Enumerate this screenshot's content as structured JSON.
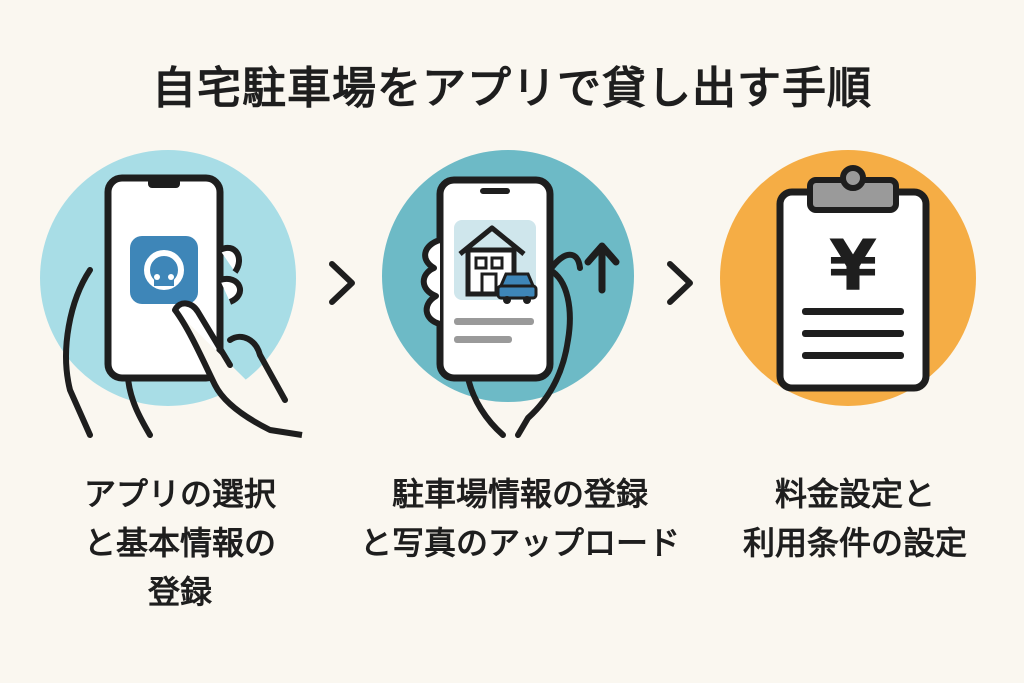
{
  "title": "自宅駐車場をアプリで貸し出す手順",
  "steps": [
    {
      "icon": "hand-phone-app-icon",
      "lines": [
        "アプリの選択",
        "と基本情報の",
        "登録"
      ]
    },
    {
      "icon": "phone-house-upload-icon",
      "lines": [
        "駐車場情報の登録",
        "と写真のアップロード"
      ]
    },
    {
      "icon": "clipboard-yen-icon",
      "lines": [
        "料金設定と",
        "利用条件の設定"
      ]
    }
  ],
  "clipboard_symbol": "¥",
  "colors": {
    "background": "#faf7f0",
    "circle_light_blue": "#a8dde6",
    "circle_teal": "#6dbac6",
    "circle_orange": "#f5ad45",
    "app_icon_blue": "#3e86b8",
    "outline": "#1e1e1e"
  }
}
